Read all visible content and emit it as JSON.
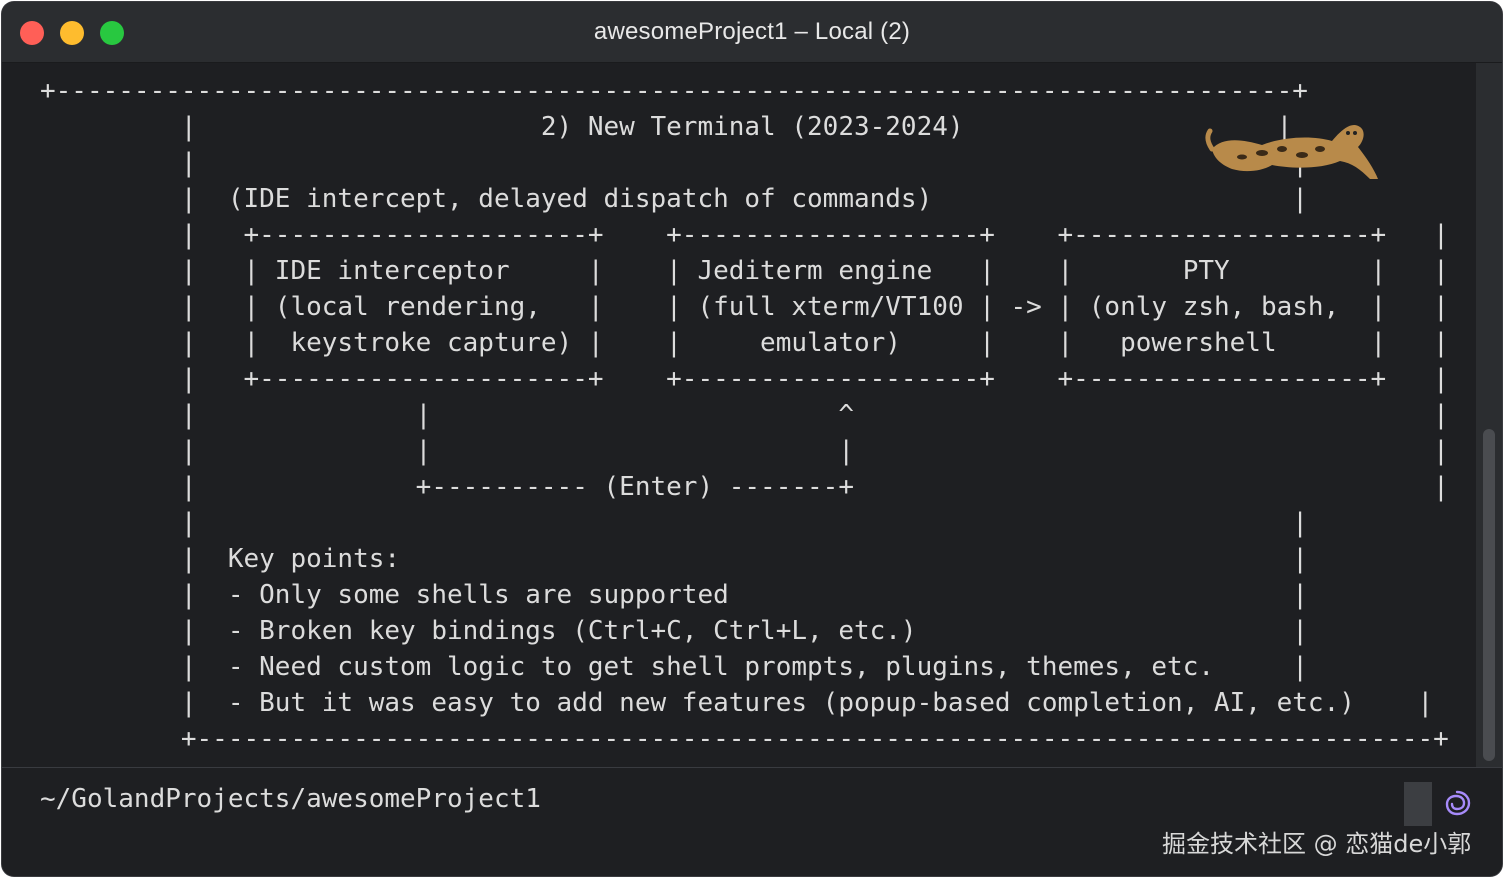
{
  "window": {
    "title": "awesomeProject1 – Local (2)"
  },
  "terminal": {
    "lines": [
      "+-------------------------------------------------------------------------------+",
      "         |                      2) New Terminal (2023-2024)                    |",
      "         |                                                                      |",
      "         |  (IDE intercept, delayed dispatch of commands)                       |",
      "         |   +---------------------+    +-------------------+    +-------------------+   |",
      "         |   | IDE interceptor     |    | Jediterm engine   |    |       PTY         |   |",
      "         |   | (local rendering,   |    | (full xterm/VT100 | -> | (only zsh, bash,  |   |",
      "         |   |  keystroke capture) |    |     emulator)     |    |   powershell      |   |",
      "         |   +---------------------+    +-------------------+    +-------------------+   |",
      "         |              |                          ^                                     |",
      "         |              |                          |                                     |",
      "         |              +---------- (Enter) -------+                                     |",
      "         |                                                                      |",
      "         |  Key points:                                                         |",
      "         |  - Only some shells are supported                                    |",
      "         |  - Broken key bindings (Ctrl+C, Ctrl+L, etc.)                        |",
      "         |  - Need custom logic to get shell prompts, plugins, themes, etc.     |",
      "         |  - But it was easy to add new features (popup-based completion, AI, etc.)    |",
      "         +-------------------------------------------------------------------------------+"
    ]
  },
  "prompt": {
    "path": "~/GolandProjects/awesomeProject1"
  },
  "watermark": {
    "text": "掘金技术社区 @ 恋猫de小郭"
  },
  "colors": {
    "background": "#1e1f22",
    "titlebar": "#2b2d30",
    "text": "#dcdcdc",
    "close": "#ff5f57",
    "minimize": "#febc2e",
    "maximize": "#28c840",
    "ai_icon": "#a78bfa"
  },
  "icons": {
    "ai": "ai-assistant-spiral-icon",
    "sticker": "cat-sticker"
  }
}
